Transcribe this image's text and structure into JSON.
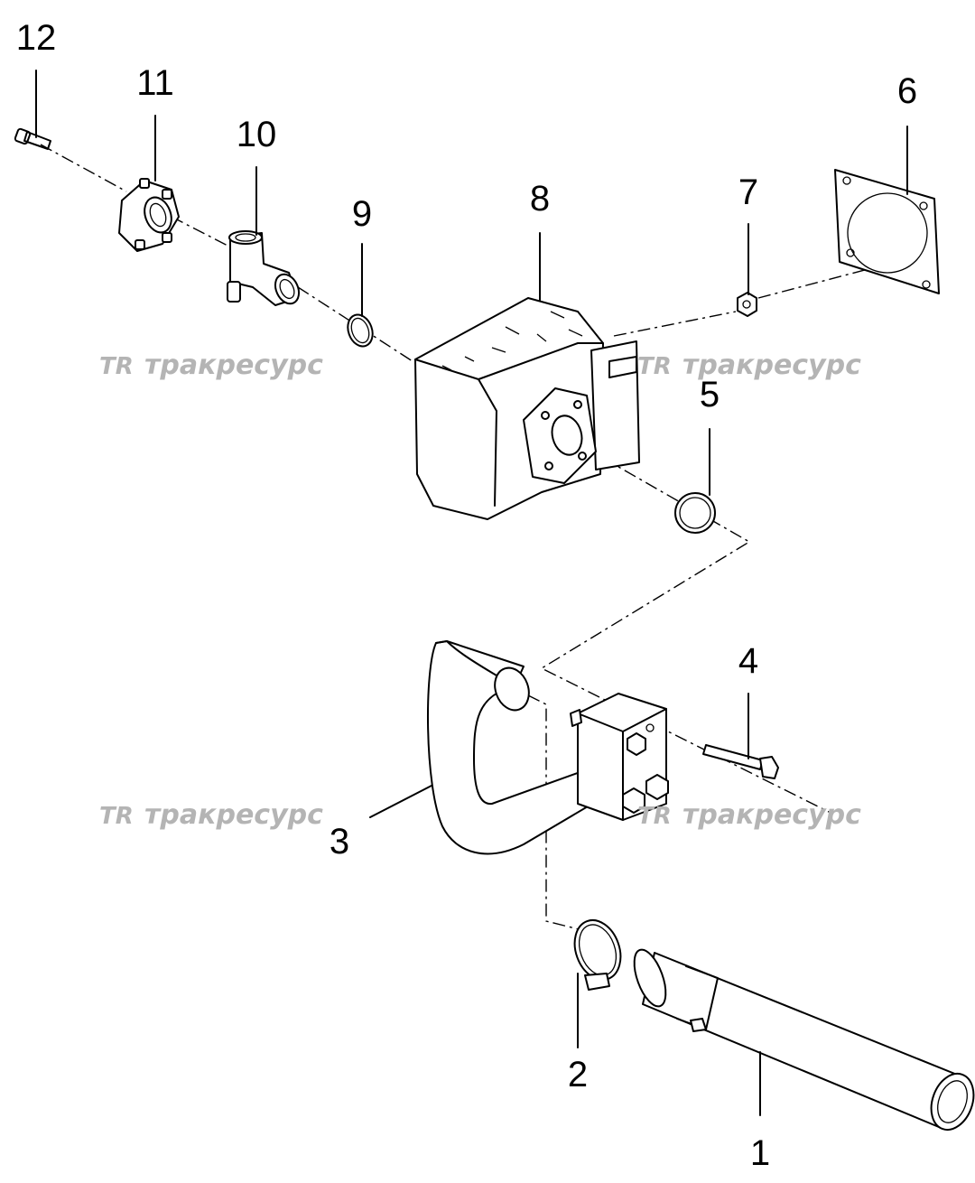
{
  "callouts": {
    "c1": "1",
    "c2": "2",
    "c3": "3",
    "c4": "4",
    "c5": "5",
    "c6": "6",
    "c7": "7",
    "c8": "8",
    "c9": "9",
    "c10": "10",
    "c11": "11",
    "c12": "12"
  },
  "watermark": {
    "logo": "TR",
    "text": "тракресурс",
    "color": "#b4b4b4"
  }
}
